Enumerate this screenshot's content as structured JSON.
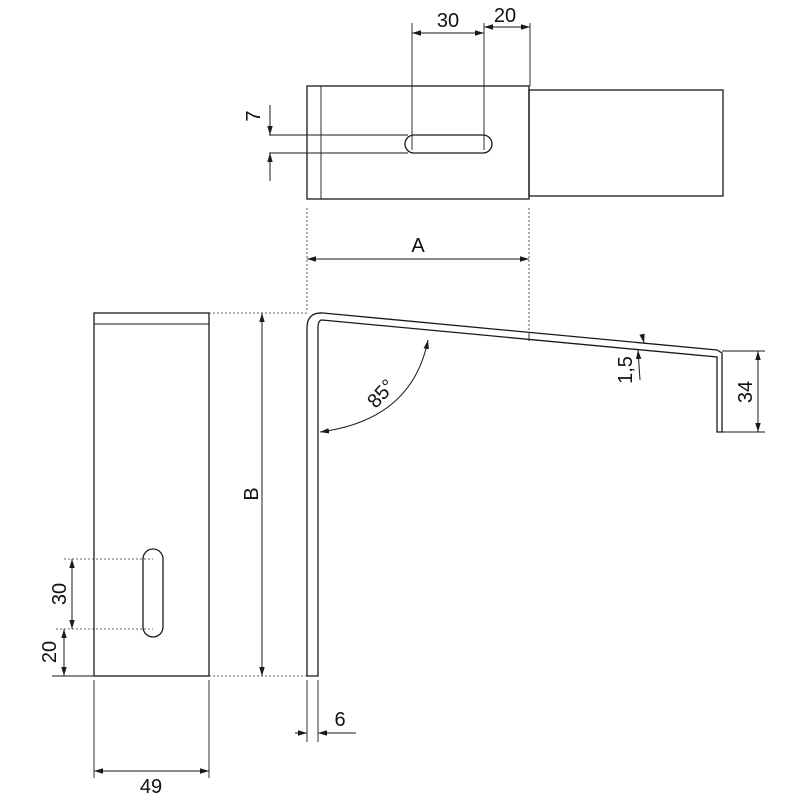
{
  "drawing": {
    "colors": {
      "line": "#1a1a1a",
      "background": "#ffffff"
    },
    "top_view": {
      "dim_slot_length": "30",
      "dim_slot_offset": "20",
      "dim_slot_width": "7",
      "dim_A": "A"
    },
    "side_view": {
      "dim_angle": "85°",
      "dim_thickness": "1,5",
      "dim_hook_height": "34",
      "dim_bottom_thickness": "6"
    },
    "front_view": {
      "dim_B": "B",
      "dim_slot_length": "30",
      "dim_slot_bottom": "20",
      "dim_width": "49"
    }
  }
}
